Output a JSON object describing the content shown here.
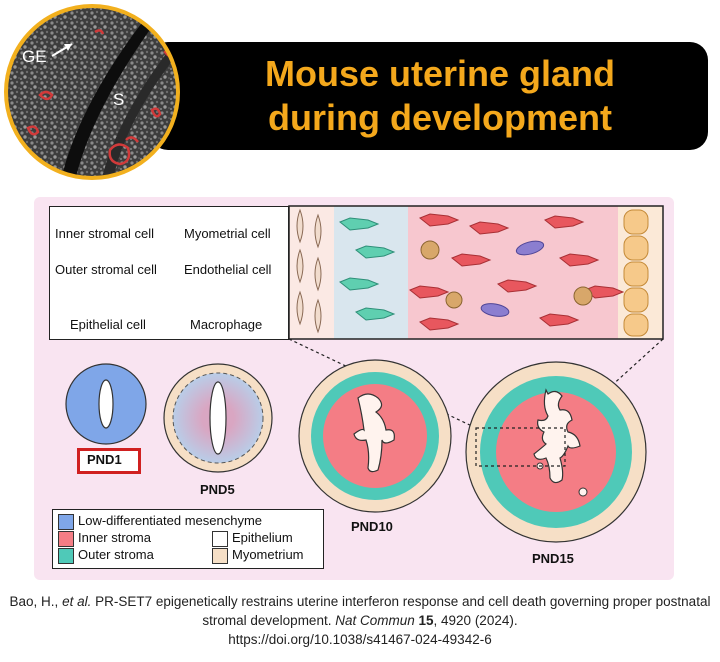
{
  "title": {
    "line1": "Mouse uterine gland",
    "line2": "during development"
  },
  "micrograph": {
    "label_ge": "GE",
    "label_s": "S"
  },
  "cell_legend": [
    {
      "label": "Inner stromal cell",
      "icon": "inner-stromal-cell-icon",
      "color": "#e8575e"
    },
    {
      "label": "Myometrial cell",
      "icon": "myometrial-cell-icon",
      "color": "#e9cdbd"
    },
    {
      "label": "Outer stromal cell",
      "icon": "outer-stromal-cell-icon",
      "color": "#5fcfb0"
    },
    {
      "label": "Endothelial cell",
      "icon": "endothelial-cell-icon",
      "color": "#8b7ed0"
    },
    {
      "label": "Epithelial cell",
      "icon": "epithelial-cell-icon",
      "color": "#f6c98a"
    },
    {
      "label": "Macrophage",
      "icon": "macrophage-icon",
      "color": "#d8a76a"
    }
  ],
  "stages": [
    "PND1",
    "PND5",
    "PND10",
    "PND15"
  ],
  "tissue_legend": [
    {
      "label": "Low-differentiated mesenchyme",
      "color": "#7fa6e8"
    },
    {
      "label": "Inner stroma",
      "color": "#f47d85"
    },
    {
      "label": "Outer stroma",
      "color": "#4fc9b8"
    },
    {
      "label": "Epithelium",
      "color": "#ffffff"
    },
    {
      "label": "Myometrium",
      "color": "#f6dfc6"
    }
  ],
  "citation": {
    "authors": "Bao, H., ",
    "etal": "et al.",
    "text": " PR-SET7 epigenetically restrains uterine interferon response and cell death governing proper postnatal stromal development. ",
    "journal": "Nat Commun",
    "volume": "15",
    "pages": ", 4920 (2024).",
    "doi": "https://doi.org/10.1038/s41467-024-49342-6"
  }
}
